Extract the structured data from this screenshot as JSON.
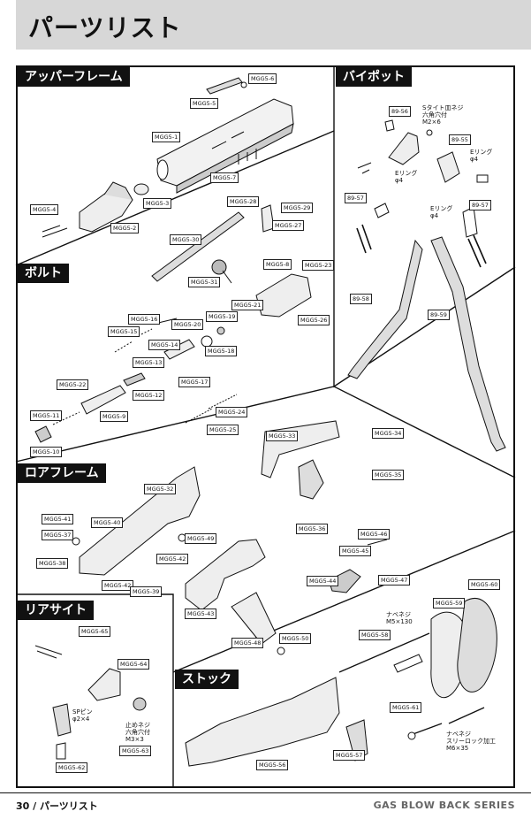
{
  "page_title": "パーツリスト",
  "sections": {
    "upper_frame": "アッパーフレーム",
    "bipod": "バイポット",
    "bolt": "ボルト",
    "lower_frame": "ロアフレーム",
    "rear_sight": "リアサイト",
    "stock": "ストック"
  },
  "parts": {
    "mgg5_1": "MGG5-1",
    "mgg5_2": "MGG5-2",
    "mgg5_3": "MGG5-3",
    "mgg5_4": "MGG5-4",
    "mgg5_5": "MGG5-5",
    "mgg5_6": "MGG5-6",
    "mgg5_7": "MGG5-7",
    "mgg5_8": "MGG5-8",
    "mgg5_9": "MGG5-9",
    "mgg5_10": "MGG5-10",
    "mgg5_11": "MGG5-11",
    "mgg5_12": "MGG5-12",
    "mgg5_13": "MGG5-13",
    "mgg5_14": "MGG5-14",
    "mgg5_15": "MGG5-15",
    "mgg5_16": "MGG5-16",
    "mgg5_17": "MGG5-17",
    "mgg5_18": "MGG5-18",
    "mgg5_19": "MGG5-19",
    "mgg5_20": "MGG5-20",
    "mgg5_21": "MGG5-21",
    "mgg5_22": "MGG5-22",
    "mgg5_23": "MGG5-23",
    "mgg5_24": "MGG5-24",
    "mgg5_25": "MGG5-25",
    "mgg5_26": "MGG5-26",
    "mgg5_27": "MGG5-27",
    "mgg5_28": "MGG5-28",
    "mgg5_29": "MGG5-29",
    "mgg5_30": "MGG5-30",
    "mgg5_31": "MGG5-31",
    "mgg5_32": "MGG5-32",
    "mgg5_33": "MGG5-33",
    "mgg5_34": "MGG5-34",
    "mgg5_35": "MGG5-35",
    "mgg5_36": "MGG5-36",
    "mgg5_37": "MGG5-37",
    "mgg5_38": "MGG5-38",
    "mgg5_39": "MGG5-39",
    "mgg5_40": "MGG5-40",
    "mgg5_41": "MGG5-41",
    "mgg5_42a": "MGG5-42",
    "mgg5_42b": "MGG5-42",
    "mgg5_43": "MGG5-43",
    "mgg5_44": "MGG5-44",
    "mgg5_45": "MGG5-45",
    "mgg5_46": "MGG5-46",
    "mgg5_47": "MGG5-47",
    "mgg5_48": "MGG5-48",
    "mgg5_49": "MGG5-49",
    "mgg5_50": "MGG5-50",
    "mgg5_56": "MGG5-56",
    "mgg5_57": "MGG5-57",
    "mgg5_58": "MGG5-58",
    "mgg5_59": "MGG5-59",
    "mgg5_60": "MGG5-60",
    "mgg5_61": "MGG5-61",
    "mgg5_62": "MGG5-62",
    "mgg5_63": "MGG5-63",
    "mgg5_64": "MGG5-64",
    "mgg5_65": "MGG5-65",
    "b89_55": "89-55",
    "b89_56": "89-56",
    "b89_57a": "89-57",
    "b89_57b": "89-57",
    "b89_58": "89-58",
    "b89_59": "89-59"
  },
  "notes": {
    "s_screw_1": "Sタイト皿ネジ",
    "s_screw_2": "六角穴付",
    "s_screw_3": "M2×6",
    "e_ring_a_1": "Eリング",
    "e_ring_a_2": "φ4",
    "e_ring_b_1": "Eリング",
    "e_ring_b_2": "φ4",
    "e_ring_c_1": "Eリング",
    "e_ring_c_2": "φ4",
    "nabe_1": "ナベネジ",
    "nabe_2": "M5×130",
    "nabe2_1": "ナベネジ",
    "nabe2_2": "スリーロック加工",
    "nabe2_3": "M6×35",
    "sp_pin_1": "SPピン",
    "sp_pin_2": "φ2×4",
    "stop_1": "止めネジ",
    "stop_2": "六角穴付",
    "stop_3": "M3×3"
  },
  "footer": {
    "page_number": "30",
    "left_text": "パーツリスト",
    "right_text": "GAS BLOW BACK SERIES"
  }
}
